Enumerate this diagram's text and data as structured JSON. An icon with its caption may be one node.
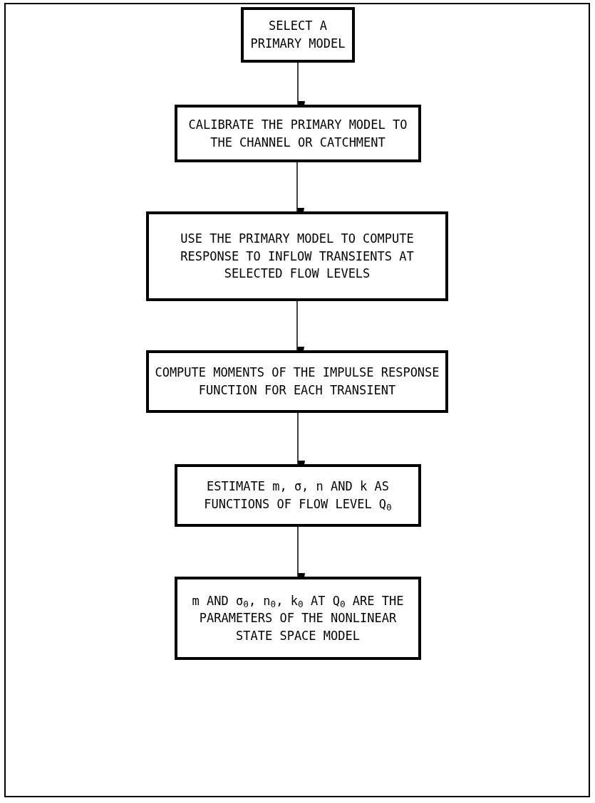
{
  "diagram": {
    "nodes": [
      {
        "text": [
          "SELECT A PRIMARY MODEL"
        ]
      },
      {
        "text": [
          "CALIBRATE THE PRIMARY MODEL TO THE CHANNEL OR CATCHMENT"
        ]
      },
      {
        "text": [
          "USE THE PRIMARY MODEL TO COMPUTE RESPONSE TO INFLOW TRANSIENTS AT SELECTED FLOW LEVELS"
        ]
      },
      {
        "text": [
          "COMPUTE MOMENTS OF THE IMPULSE RESPONSE FUNCTION FOR EACH TRANSIENT"
        ]
      },
      {
        "text": [
          "ESTIMATE m, σ, n AND k AS FUNCTIONS OF FLOW LEVEL Q$_{0}$"
        ]
      },
      {
        "text": [
          "m AND σ$_{0}$, n$_{0}$, k$_{0}$ AT Q$_{0}$ ARE THE PARAMETERS OF THE NONLINEAR STATE SPACE MODEL"
        ]
      }
    ],
    "edges": [
      {
        "from": 0,
        "to": 1,
        "arrow": "to"
      },
      {
        "from": 1,
        "to": 2,
        "arrow": "to"
      },
      {
        "from": 2,
        "to": 3,
        "arrow": "to"
      },
      {
        "from": 3,
        "to": 4,
        "arrow": "to"
      },
      {
        "from": 4,
        "to": 5,
        "arrow": "to"
      }
    ]
  }
}
